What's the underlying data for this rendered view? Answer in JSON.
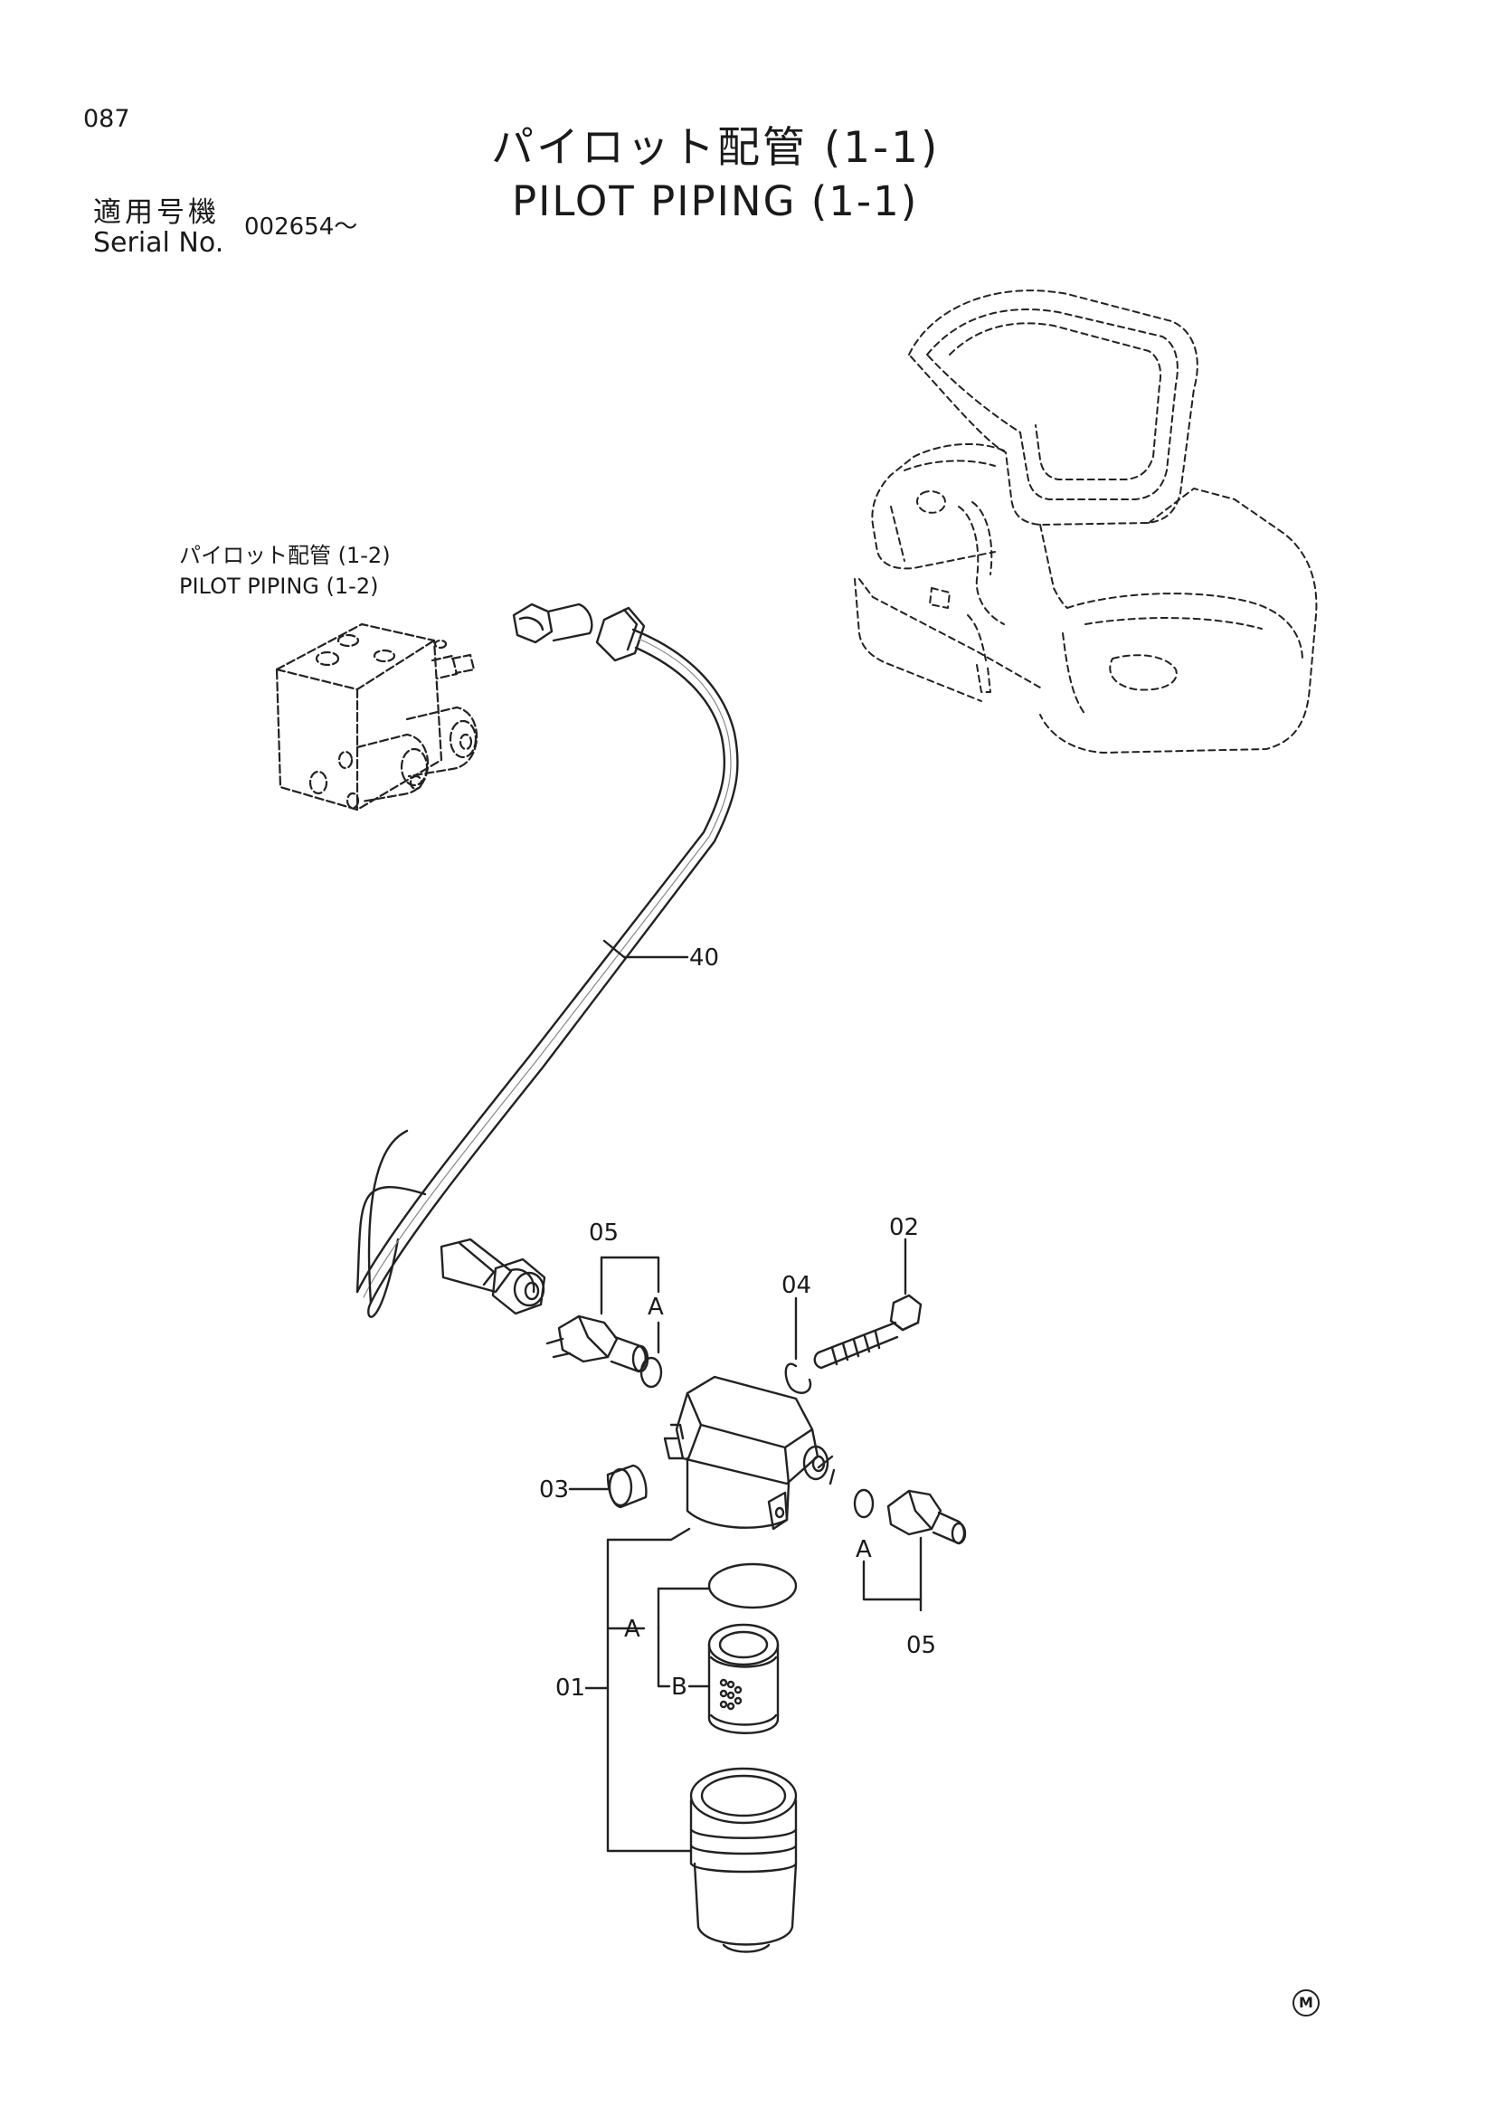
{
  "page": {
    "number": "087",
    "title_jp": "パイロット配管 (1-1)",
    "title_en": "PILOT PIPING (1-1)",
    "serial_label_jp": "適用号機",
    "serial_label_en": "Serial No.",
    "serial_value": "002654～"
  },
  "reference": {
    "label_jp": "パイロット配管 (1-2)",
    "label_en": "PILOT PIPING (1-2)"
  },
  "callouts": {
    "hose": "40",
    "fitting_upper": "05",
    "fitting_lower": "05",
    "bolt": "02",
    "oring_small": "04",
    "plug": "03",
    "filter_assembly": "01",
    "group_a_upper": "A",
    "group_a_lower": "A",
    "group_a_filter": "A",
    "group_b_filter": "B"
  },
  "logo": "M"
}
